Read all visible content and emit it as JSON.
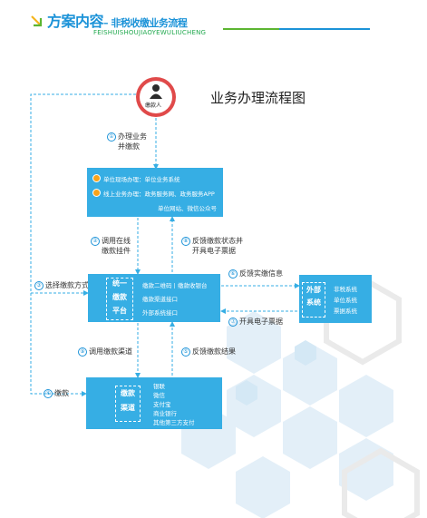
{
  "header": {
    "title": "方案内容",
    "subtitle": "– 非税收缴业务流程",
    "pinyin": "FEISHUISHOUJIAOYEWULIUCHENG"
  },
  "diagram": {
    "title": "业务办理流程图",
    "person_label": "缴款人",
    "main_box_1": {
      "line1": "单位现场办理：单位业务系统",
      "line2": "线上业务办理：政务服务网、政务服务APP",
      "line3": "单位网站、微信公众号"
    },
    "main_box_2": {
      "platform": [
        "统一",
        "缴款",
        "平台"
      ],
      "items": [
        "缴款二维码丨缴款收银台",
        "缴款渠道接口",
        "外部系统接口"
      ]
    },
    "main_box_3": {
      "channel": [
        "缴款",
        "渠道"
      ],
      "items": [
        "银联",
        "微信",
        "支付宝",
        "商业银行",
        "其他第三方支付"
      ]
    },
    "ext_box": {
      "system": [
        "外部",
        "系统"
      ],
      "items": [
        "非税系统",
        "单位系统",
        "票据系统"
      ]
    },
    "steps": {
      "s1": {
        "num": "①",
        "line1": "办理业务",
        "line2": "并缴款"
      },
      "s2": {
        "num": "②",
        "line1": "调用在线",
        "line2": "缴款挂件"
      },
      "s3": {
        "num": "③",
        "text": "选择缴款方式"
      },
      "s4": {
        "num": "④",
        "text": "缴款"
      },
      "s5": {
        "num": "⑤",
        "text": "反馈缴款结果"
      },
      "s6": {
        "num": "⑥",
        "text": "反馈实缴信息"
      },
      "s7": {
        "num": "⑦",
        "text": "开具电子票据"
      },
      "s8": {
        "num": "⑧",
        "line1": "反馈缴款状态并",
        "line2": "开具电子票据"
      },
      "s9": {
        "num": "⑨",
        "text": "调用缴款渠道"
      }
    }
  },
  "colors": {
    "primary": "#36aee4",
    "accent": "#1c93d8",
    "green": "#5cb531",
    "alert": "#e04a4a"
  }
}
